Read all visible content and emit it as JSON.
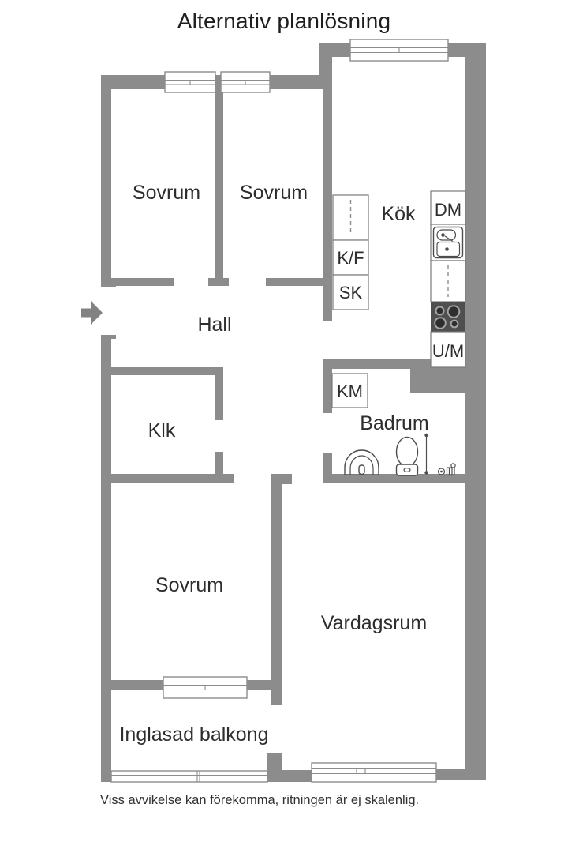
{
  "header": {
    "title": "Alternativ planlösning"
  },
  "footer": {
    "disclaimer": "Viss avvikelse kan förekomma, ritningen är ej skalenlig."
  },
  "rooms": [
    {
      "id": "sovrum-1",
      "label": "Sovrum"
    },
    {
      "id": "sovrum-2",
      "label": "Sovrum"
    },
    {
      "id": "kok",
      "label": "Kök"
    },
    {
      "id": "hall",
      "label": "Hall"
    },
    {
      "id": "klk",
      "label": "Klk"
    },
    {
      "id": "badrum",
      "label": "Badrum"
    },
    {
      "id": "sovrum-3",
      "label": "Sovrum"
    },
    {
      "id": "vardagsrum",
      "label": "Vardagsrum"
    },
    {
      "id": "balkong",
      "label": "Inglasad balkong"
    }
  ],
  "fixtures": {
    "dm": "DM",
    "kf": "K/F",
    "sk": "SK",
    "um": "U/M",
    "km": "KM"
  },
  "icons": {
    "entrance_arrow": "right-arrow",
    "stove": "four-burner-cooktop",
    "kitchen_sink": "double-basin-sink",
    "bathroom_sink": "washbasin",
    "toilet": "toilet",
    "shower": "shower-rail"
  },
  "colors": {
    "wall": "#8c8c8c",
    "background": "#ffffff",
    "text": "#2d2d2d",
    "fixture_outline": "#4d4d4d",
    "cabinet_border": "#7a7a7a",
    "stove": "#4f4f4f"
  }
}
